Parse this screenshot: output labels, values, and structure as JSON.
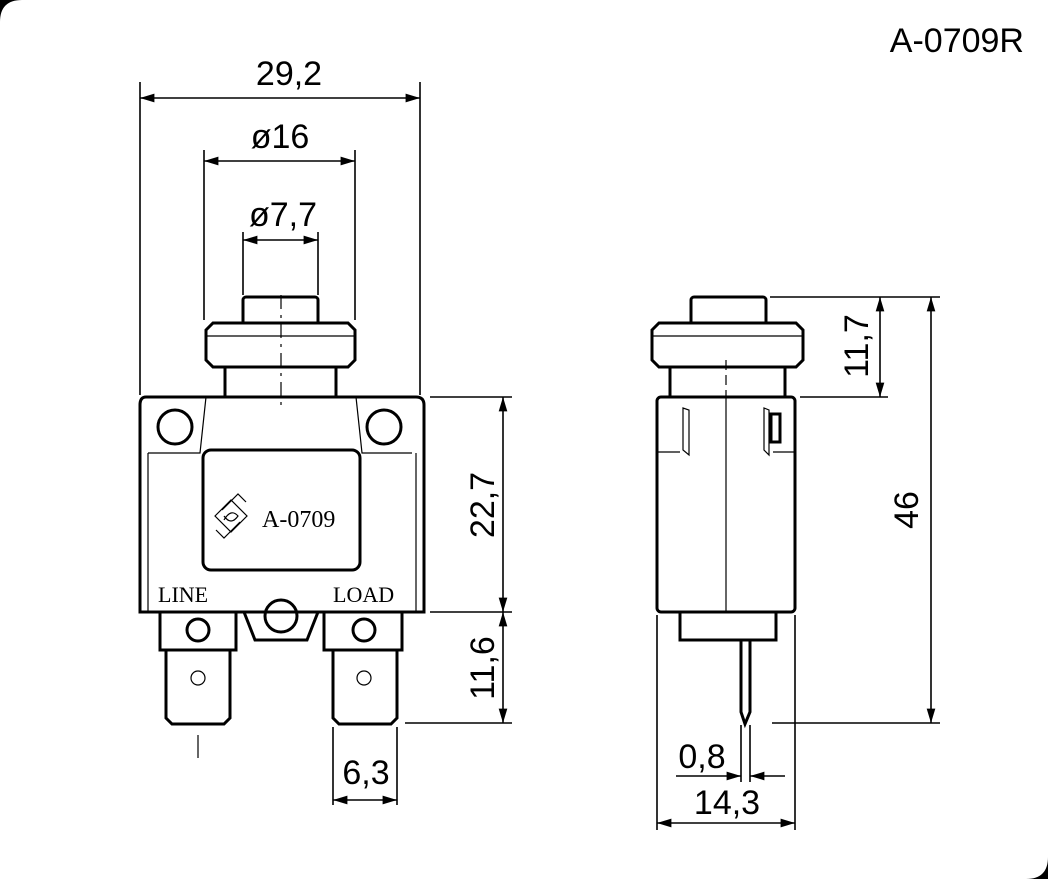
{
  "part_number": "A-0709R",
  "front_view": {
    "body_label": "A-0709",
    "terminal_left": "LINE",
    "terminal_right": "LOAD",
    "logo_icon": "manufacturer-logo-icon"
  },
  "dimensions": {
    "overall_width": "29,2",
    "button_collar_diameter": "ø16",
    "button_diameter": "ø7,7",
    "body_height": "22,7",
    "terminal_length": "11,6",
    "terminal_width": "6,3",
    "button_height": "11,7",
    "overall_height": "46",
    "terminal_thickness": "0,8",
    "side_depth": "14,3"
  },
  "colors": {
    "line": "#000000",
    "background": "#ffffff"
  }
}
